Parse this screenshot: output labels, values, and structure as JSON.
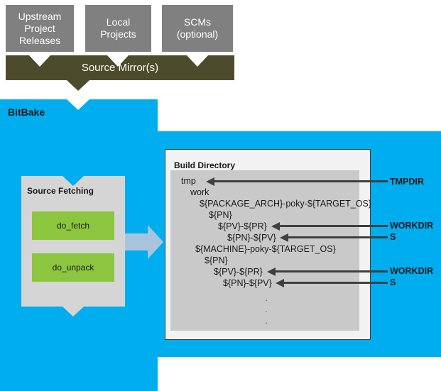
{
  "diagram": {
    "title": "BitBake Source Fetching and Build Directory Layout",
    "colors": {
      "source_box": "#808080",
      "mirror_bar": "#4c4b2c",
      "bitbake_region": "#00adef",
      "fetch_panel": "#d5d5d5",
      "task_box": "#8cc63f",
      "block_arrow": "#a8c4dd",
      "tree_panel": "#c9c9c9",
      "callout_arrow": "#3f3f3f"
    }
  },
  "sources": [
    {
      "label": "Upstream\nProject\nReleases"
    },
    {
      "label": "Local\nProjects"
    },
    {
      "label": "SCMs\n(optional)"
    }
  ],
  "mirror": {
    "label": "Source Mirror(s)"
  },
  "bitbake": {
    "label": "BitBake",
    "fetching": {
      "title": "Source Fetching",
      "tasks": [
        {
          "label": "do_fetch"
        },
        {
          "label": "do_unpack"
        }
      ]
    }
  },
  "build_directory": {
    "title": "Build Directory",
    "tree": [
      {
        "indent": 0,
        "text": "tmp"
      },
      {
        "indent": 1,
        "text": "work"
      },
      {
        "indent": 2,
        "text": "${PACKAGE_ARCH}-poky-${TARGET_OS}"
      },
      {
        "indent": 3,
        "text": "${PN}"
      },
      {
        "indent": 4,
        "text": "${PV}-${PR}"
      },
      {
        "indent": 5,
        "text": "${PN}-${PV}"
      },
      {
        "indent": 2,
        "text": "${MACHINE}-poky-${TARGET_OS}"
      },
      {
        "indent": 3,
        "text": "${PN}"
      },
      {
        "indent": 4,
        "text": "${PV}-${PR}"
      },
      {
        "indent": 5,
        "text": "${PN}-${PV}"
      }
    ],
    "ellipsis": [
      ".",
      ".",
      "."
    ]
  },
  "callouts": [
    {
      "label": "TMPDIR",
      "target": "tmp"
    },
    {
      "label": "WORKDIR",
      "target": "${PV}-${PR}"
    },
    {
      "label": "S",
      "target": "${PN}-${PV}"
    },
    {
      "label": "WORKDIR",
      "target": "${PV}-${PR}"
    },
    {
      "label": "S",
      "target": "${PN}-${PV}"
    }
  ]
}
